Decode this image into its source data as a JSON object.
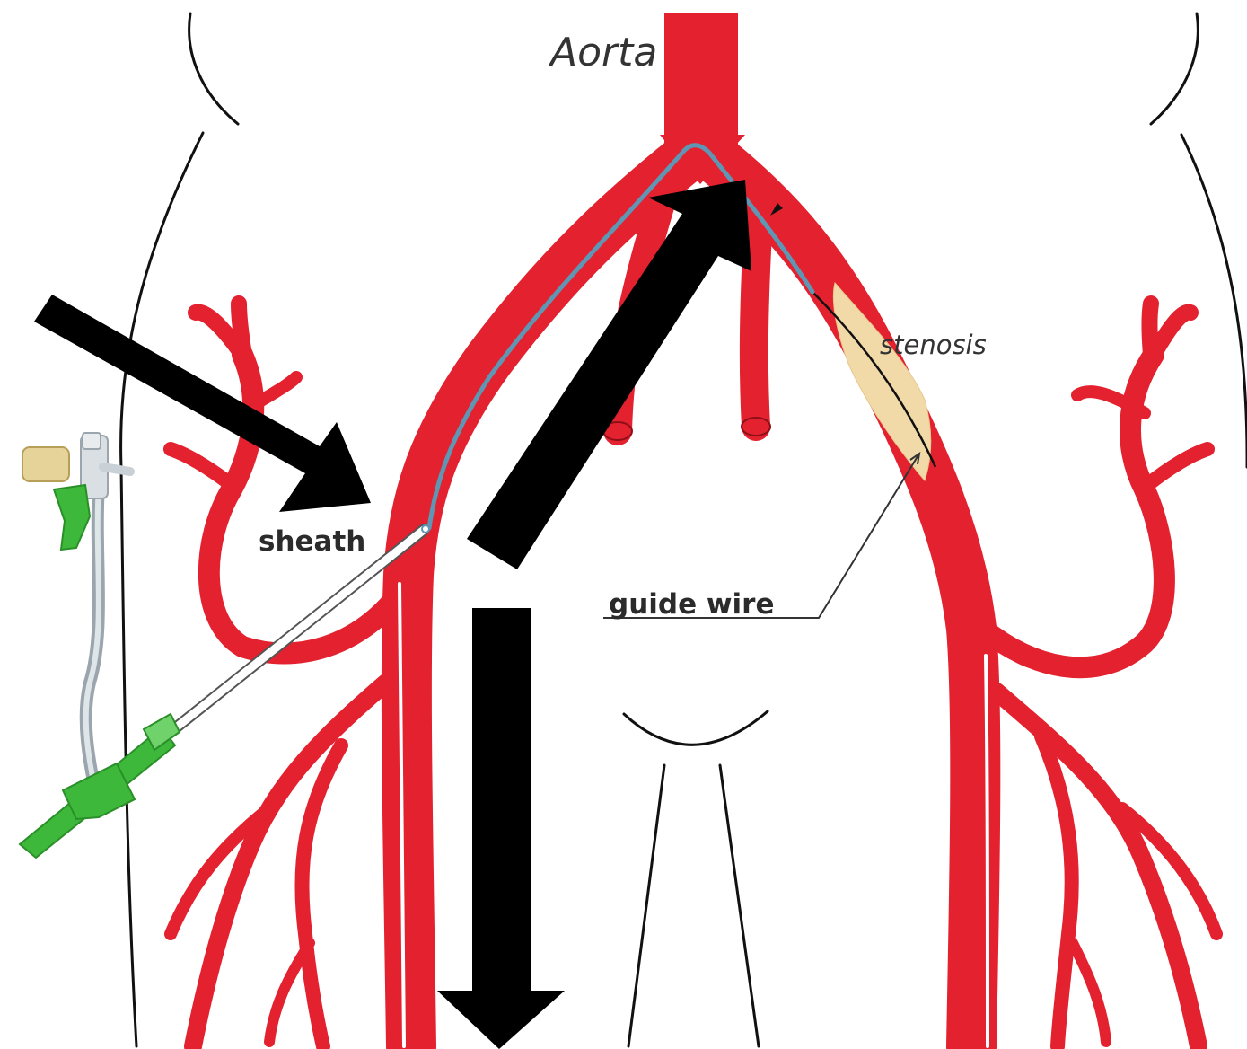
{
  "labels": {
    "aorta": "Aorta",
    "stenosis": "stenosis",
    "sheath": "sheath",
    "guide_wire": "guide wire"
  },
  "colors": {
    "artery": "#E3212F",
    "stenosis_plaque": "#F1D9A8",
    "catheter": "#5F96B4",
    "sheath_green": "#3DB83A",
    "outline": "#111111",
    "arrow": "#000000"
  }
}
